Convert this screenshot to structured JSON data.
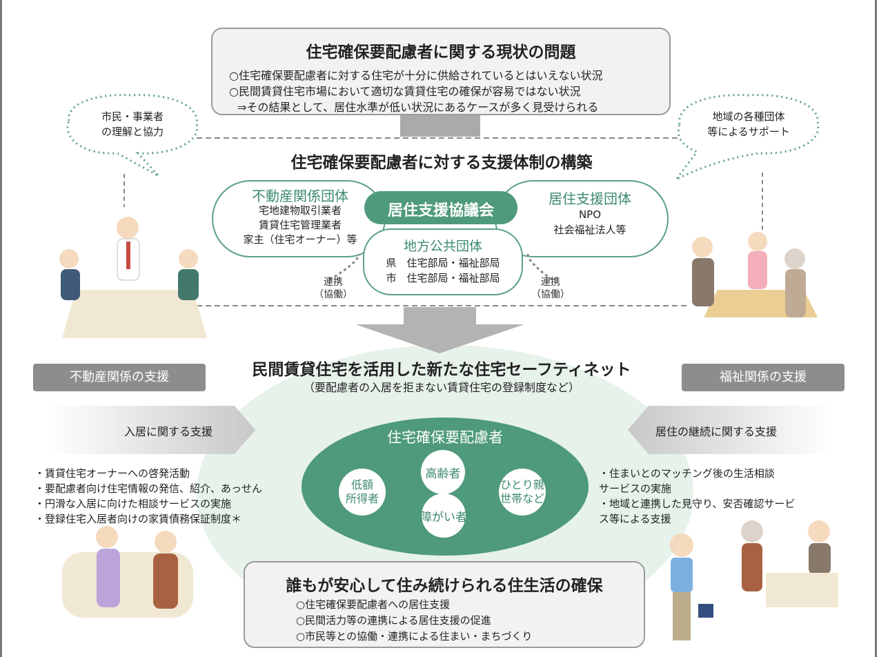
{
  "problem": {
    "title": "住宅確保要配慮者に関する現状の問題",
    "lines": [
      "○住宅確保要配慮者に対する住宅が十分に供給されているとはいえない状況",
      "○民間賃貸住宅市場において適切な賃貸住宅の確保が容易ではない状況",
      "⇒その結果として、居住水準が低い状況にあるケースが多く見受けられる"
    ]
  },
  "cloud_left": {
    "line1": "市民・事業者",
    "line2": "の理解と協力"
  },
  "cloud_right": {
    "line1": "地域の各種団体",
    "line2": "等によるサポート"
  },
  "support_title": "住宅確保要配慮者に対する支援体制の構築",
  "realestate": {
    "title": "不動産関係団体",
    "lines": [
      "宅地建物取引業者",
      "賃貸住宅管理業者",
      "家主（住宅オーナー）等"
    ]
  },
  "council": {
    "title": "居住支援協議会"
  },
  "residential": {
    "title": "居住支援団体",
    "lines": [
      "NPO",
      "社会福祉法人等"
    ]
  },
  "local_gov": {
    "title": "地方公共団体",
    "lines": [
      "県　住宅部局・福祉部局",
      "市　住宅部局・福祉部局"
    ]
  },
  "collab_left": {
    "line1": "連携",
    "line2": "（協働）"
  },
  "collab_right": {
    "line1": "連携",
    "line2": "（協働）"
  },
  "safety_net": {
    "title": "民間賃貸住宅を活用した新たな住宅セーフティネット",
    "subtitle": "（要配慮者の入居を拒まない賃貸住宅の登録制度など）"
  },
  "left_pill": "不動産関係の支援",
  "right_pill": "福祉関係の支援",
  "left_arrow": "入居に関する支援",
  "right_arrow": "居住の継続に関する支援",
  "left_bullets": [
    "・賃貸住宅オーナーへの啓発活動",
    "・要配慮者向け住宅情報の発信、紹介、あっせん",
    "・円滑な入居に向けた相談サービスの実施",
    "・登録住宅入居者向けの家賃債務保証制度＊"
  ],
  "right_bullets": [
    "・住まいとのマッチング後の生活相談",
    "サービスの実施",
    "・地域と連携した見守り、安否確認サービ",
    "ス等による支援"
  ],
  "center": {
    "title": "住宅確保要配慮者",
    "elderly": "高齢者",
    "lowincome": [
      "低額",
      "所得者"
    ],
    "single": [
      "ひとり親",
      "世帯など"
    ],
    "disabled": "障がい者"
  },
  "bottom": {
    "title": "誰もが安心して住み続けられる住生活の確保",
    "lines": [
      "○住宅確保要配慮者への居住支援",
      "○民間活力等の連携による居住支援の促進",
      "○市民等との協働・連携による住まい・まちづくり"
    ]
  },
  "colors": {
    "green": "#4e9a7a",
    "green_text": "#3d8a6c",
    "pale_green": "#e6f2ea",
    "gray": "#8d8d8d"
  }
}
